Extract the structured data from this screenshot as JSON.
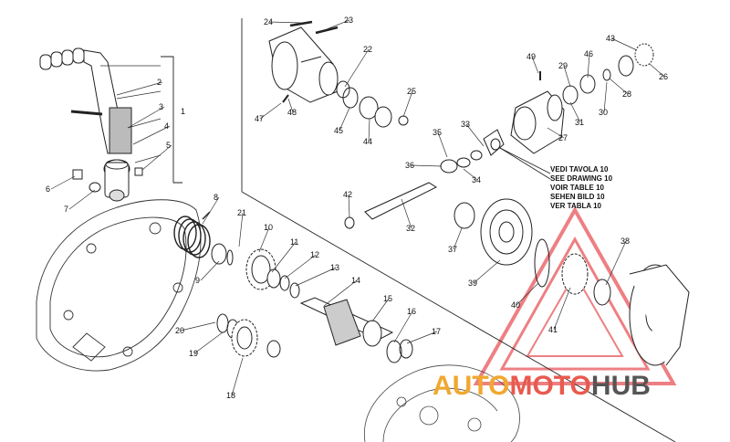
{
  "part_numbers": [
    "1",
    "2",
    "3",
    "4",
    "5",
    "6",
    "7",
    "8",
    "9",
    "10",
    "11",
    "12",
    "13",
    "14",
    "15",
    "16",
    "17",
    "18",
    "19",
    "20",
    "21",
    "22",
    "23",
    "24",
    "25",
    "26",
    "27",
    "28",
    "29",
    "30",
    "31",
    "32",
    "33",
    "34",
    "35",
    "36",
    "37",
    "38",
    "39",
    "40",
    "41",
    "42",
    "43",
    "44",
    "45",
    "46",
    "47",
    "48",
    "49"
  ],
  "reference_note": [
    "VEDI TAVOLA 10",
    "SEE DRAWING 10",
    "VOIR TABLE 10",
    "SEHEN BILD 10",
    "VER TABLA 10"
  ],
  "watermark": {
    "part1": "AUTO",
    "part2": "MOTO",
    "part3": "HUB",
    "color1": "#f0a830",
    "color2": "#e85a4f",
    "color3": "#555555"
  }
}
